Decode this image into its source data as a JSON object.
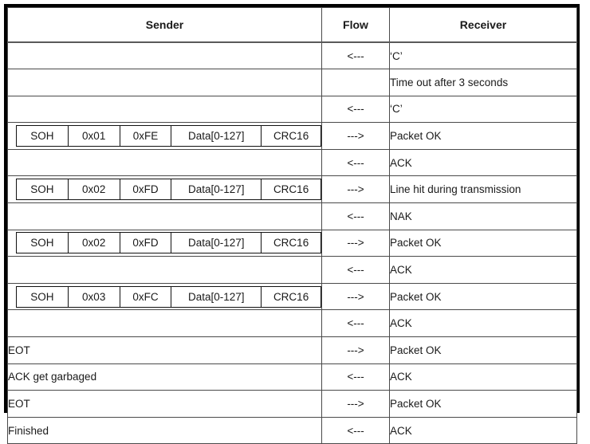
{
  "table": {
    "headers": {
      "sender": "Sender",
      "flow": "Flow",
      "receiver": "Receiver"
    },
    "packet_field_labels": {
      "soh": "SOH",
      "data": "Data[0-127]",
      "crc": "CRC16"
    },
    "flow_symbols": {
      "to_receiver": "--->",
      "to_sender": "<---"
    },
    "rows": [
      {
        "type": "text",
        "sender": "",
        "flow": "<---",
        "receiver": "‘C’"
      },
      {
        "type": "text",
        "sender": "",
        "flow": "",
        "receiver": "Time out after 3 seconds"
      },
      {
        "type": "text",
        "sender": "",
        "flow": "<---",
        "receiver": "‘C’"
      },
      {
        "type": "packet",
        "packet": {
          "soh": "SOH",
          "seq": "0x01",
          "cmp": "0xFE",
          "data": "Data[0-127]",
          "crc": "CRC16"
        },
        "flow": "--->",
        "receiver": "Packet OK"
      },
      {
        "type": "text",
        "sender": "",
        "flow": "<---",
        "receiver": "ACK"
      },
      {
        "type": "packet",
        "packet": {
          "soh": "SOH",
          "seq": "0x02",
          "cmp": "0xFD",
          "data": "Data[0-127]",
          "crc": "CRC16"
        },
        "flow": "--->",
        "receiver": "Line hit during transmission"
      },
      {
        "type": "text",
        "sender": "",
        "flow": "<---",
        "receiver": "NAK"
      },
      {
        "type": "packet",
        "packet": {
          "soh": "SOH",
          "seq": "0x02",
          "cmp": "0xFD",
          "data": "Data[0-127]",
          "crc": "CRC16"
        },
        "flow": "--->",
        "receiver": "Packet OK"
      },
      {
        "type": "text",
        "sender": "",
        "flow": "<---",
        "receiver": "ACK"
      },
      {
        "type": "packet",
        "packet": {
          "soh": "SOH",
          "seq": "0x03",
          "cmp": "0xFC",
          "data": "Data[0-127]",
          "crc": "CRC16"
        },
        "flow": "--->",
        "receiver": "Packet OK"
      },
      {
        "type": "text",
        "sender": "",
        "flow": "<---",
        "receiver": "ACK"
      },
      {
        "type": "text",
        "sender": "EOT",
        "flow": "--->",
        "receiver": "Packet OK"
      },
      {
        "type": "text",
        "sender": "ACK get garbaged",
        "flow": "<---",
        "receiver": "ACK"
      },
      {
        "type": "text",
        "sender": "EOT",
        "flow": "--->",
        "receiver": "Packet OK"
      },
      {
        "type": "text",
        "sender": "Finished",
        "flow": "<---",
        "receiver": "ACK"
      }
    ]
  }
}
